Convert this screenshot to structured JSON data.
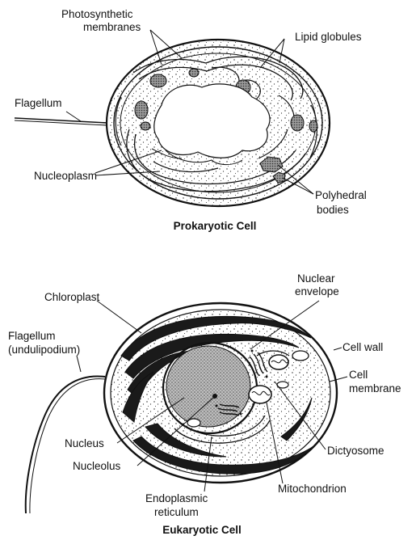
{
  "prokaryote": {
    "labels": {
      "photosynthetic_line1": "Photosynthetic",
      "photosynthetic_line2": "membranes",
      "lipid_globules": "Lipid globules",
      "flagellum": "Flagellum",
      "nucleoplasm": "Nucleoplasm",
      "polyhedral_line1": "Polyhedral",
      "polyhedral_line2": "bodies"
    },
    "caption": "Prokaryotic Cell"
  },
  "eukaryote": {
    "labels": {
      "nuclear_line1": "Nuclear",
      "nuclear_line2": "envelope",
      "chloroplast": "Chloroplast",
      "flagellum_line1": "Flagellum",
      "flagellum_line2": "(undulipodium)",
      "cell_wall": "Cell wall",
      "cell_membrane_line1": "Cell",
      "cell_membrane_line2": "membrane",
      "nucleus": "Nucleus",
      "nucleolus": "Nucleolus",
      "dictyosome": "Dictyosome",
      "er_line1": "Endoplasmic",
      "er_line2": "reticulum",
      "mitochondrion": "Mitochondrion"
    },
    "caption": "Eukaryotic Cell"
  }
}
